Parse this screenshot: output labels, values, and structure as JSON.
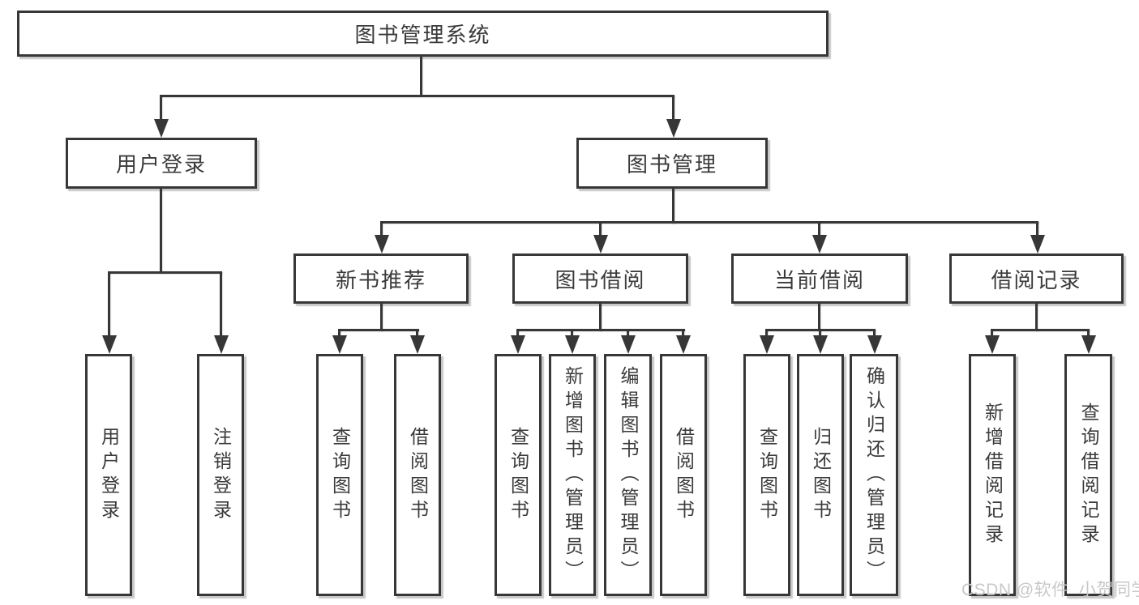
{
  "tree": {
    "label": "图书管理系统",
    "children": [
      {
        "label": "用户登录",
        "children": [
          {
            "label": "用户登录"
          },
          {
            "label": "注销登录"
          }
        ]
      },
      {
        "label": "图书管理",
        "children": [
          {
            "label": "新书推荐",
            "children": [
              {
                "label": "查询图书"
              },
              {
                "label": "借阅图书"
              }
            ]
          },
          {
            "label": "图书借阅",
            "children": [
              {
                "label": "查询图书"
              },
              {
                "label": "新增图书（管理员）"
              },
              {
                "label": "编辑图书（管理员）"
              },
              {
                "label": "借阅图书"
              }
            ]
          },
          {
            "label": "当前借阅",
            "children": [
              {
                "label": "查询图书"
              },
              {
                "label": "归还图书"
              },
              {
                "label": "确认归还（管理员）"
              }
            ]
          },
          {
            "label": "借阅记录",
            "children": [
              {
                "label": "新增借阅记录"
              },
              {
                "label": "查询借阅记录"
              }
            ]
          }
        ]
      }
    ]
  },
  "watermark": {
    "text": "CSDN @软件_小贺同学"
  },
  "colors": {
    "line": "#373737",
    "text": "#3a3a3a",
    "watermark": "#c8c8c8",
    "background": "#ffffff"
  }
}
